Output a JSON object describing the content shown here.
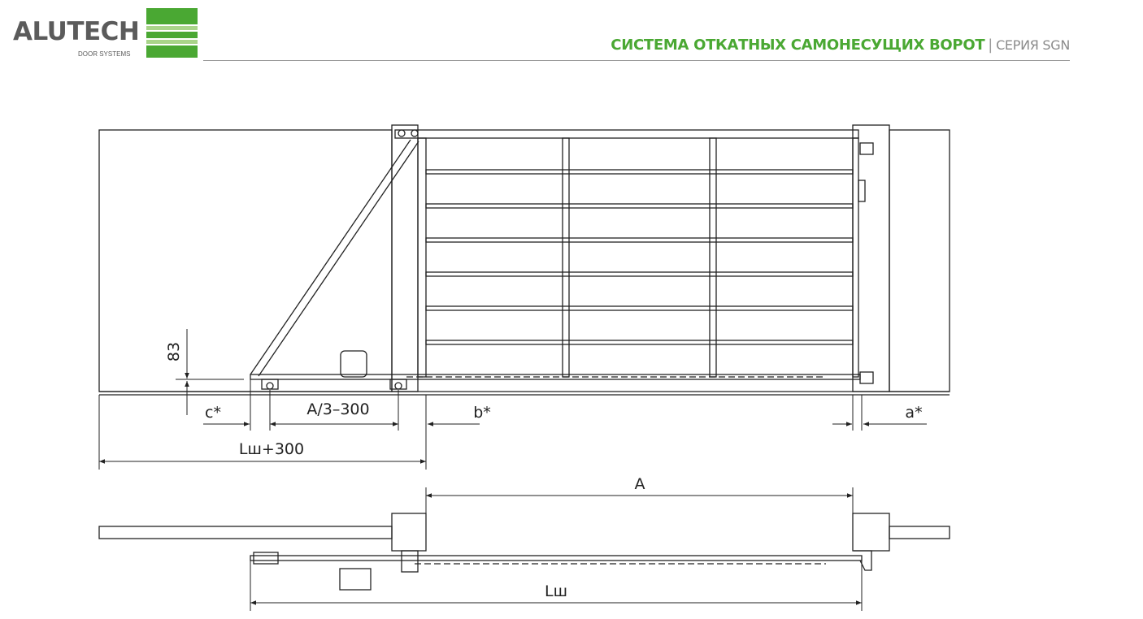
{
  "header": {
    "logo": {
      "word": "ALUTECH",
      "sub": "DOOR SYSTEMS"
    },
    "title_main": "СИСТЕМА ОТКАТНЫХ САМОНЕСУЩИХ ВОРОТ",
    "title_sep": "|",
    "title_series": "СЕРИЯ SGN"
  },
  "colors": {
    "brand_green": "#4aa833",
    "brand_green_light": "#a9d48a",
    "logo_gray": "#5b5b5b",
    "line": "#222222"
  },
  "drawing": {
    "front_view": {
      "labels": {
        "height_83": "83",
        "c": "c*",
        "a3_minus_300": "A/3–300",
        "b": "b*",
        "a": "a*",
        "lsh_plus_300": "Lш+300"
      }
    },
    "top_view": {
      "labels": {
        "a_width": "A",
        "lsh": "Lш"
      }
    }
  }
}
